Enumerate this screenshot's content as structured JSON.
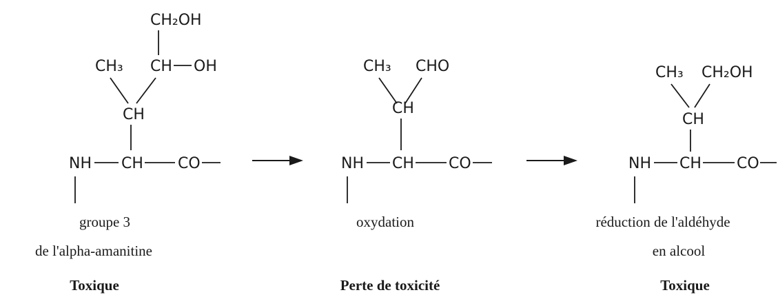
{
  "structures": [
    {
      "groups": {
        "ch2oh": "CH₂OH",
        "choh": "CH",
        "oh": "OH",
        "ch3": "CH₃",
        "ch": "CH",
        "nh": "NH",
        "alpha_ch": "CH",
        "co": "CO"
      },
      "caption_lines": [
        "groupe 3",
        "de l'alpha-amanitine"
      ],
      "verdict": "Toxique"
    },
    {
      "groups": {
        "ch3": "CH₃",
        "cho": "CHO",
        "ch": "CH",
        "nh": "NH",
        "alpha_ch": "CH",
        "co": "CO"
      },
      "caption_lines": [
        "oxydation"
      ],
      "verdict": "Perte de toxicité"
    },
    {
      "groups": {
        "ch3": "CH₃",
        "ch2oh": "CH₂OH",
        "ch": "CH",
        "nh": "NH",
        "alpha_ch": "CH",
        "co": "CO"
      },
      "caption_lines": [
        "réduction de l'aldéhyde",
        "en alcool"
      ],
      "verdict": "Toxique"
    }
  ]
}
